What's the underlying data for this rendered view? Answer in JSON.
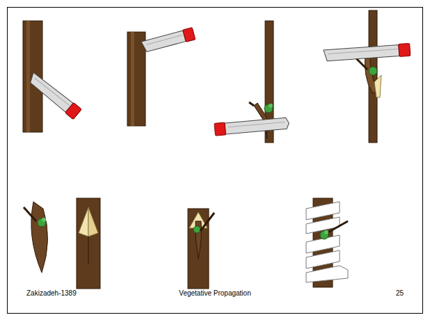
{
  "diagram": {
    "labels": [
      "Zakizadeh-1389",
      "Vegetative Propagation",
      "25"
    ]
  }
}
